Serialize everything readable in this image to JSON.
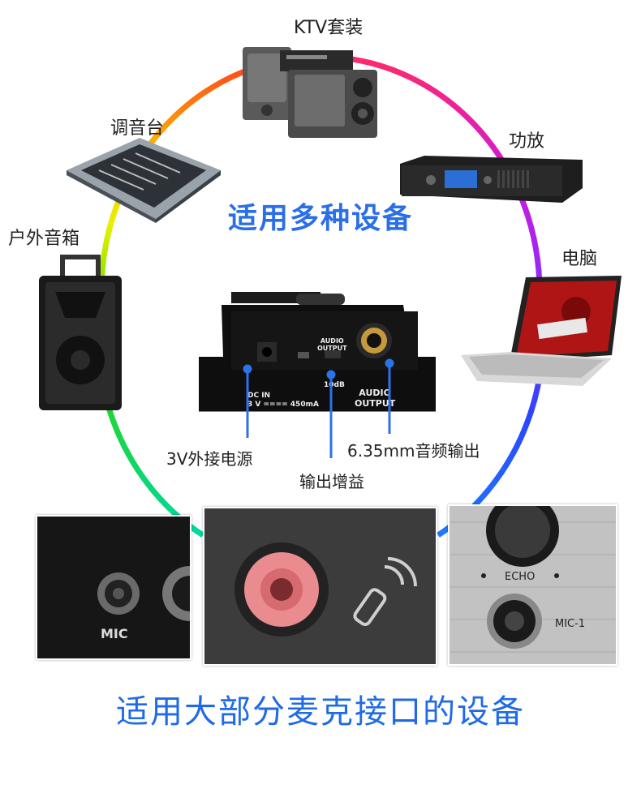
{
  "heading": "适用多种设备",
  "footer": "适用大部分麦克接口的设备",
  "devices": {
    "ktv": "KTV套装",
    "mixer": "调音台",
    "amplifier": "功放",
    "outdoor_speaker": "户外音箱",
    "computer": "电脑"
  },
  "ports": {
    "power": "3V外接电源",
    "gain": "输出增益",
    "audio_out": "6.35mm音频输出"
  },
  "panel": {
    "dc_label": "DC  IN",
    "dc_spec": "3 V ==== 450mA",
    "audio_output_small": "AUDIO\nOUTPUT",
    "gain_value": "10dB",
    "audio_output_big": "AUDIO\nOUTPUT"
  },
  "photos": {
    "mic_label": "MIC",
    "echo_label": "ECHO",
    "mic1_label": "MIC-1"
  },
  "colors": {
    "heading_blue": "#2a6fe8",
    "connector_blue": "#2a73e8",
    "ring_gradient": [
      "#ff2a2a",
      "#ffd200",
      "#32d000",
      "#00c8ff",
      "#2b40ff",
      "#b000ff",
      "#ff2a9a"
    ]
  }
}
